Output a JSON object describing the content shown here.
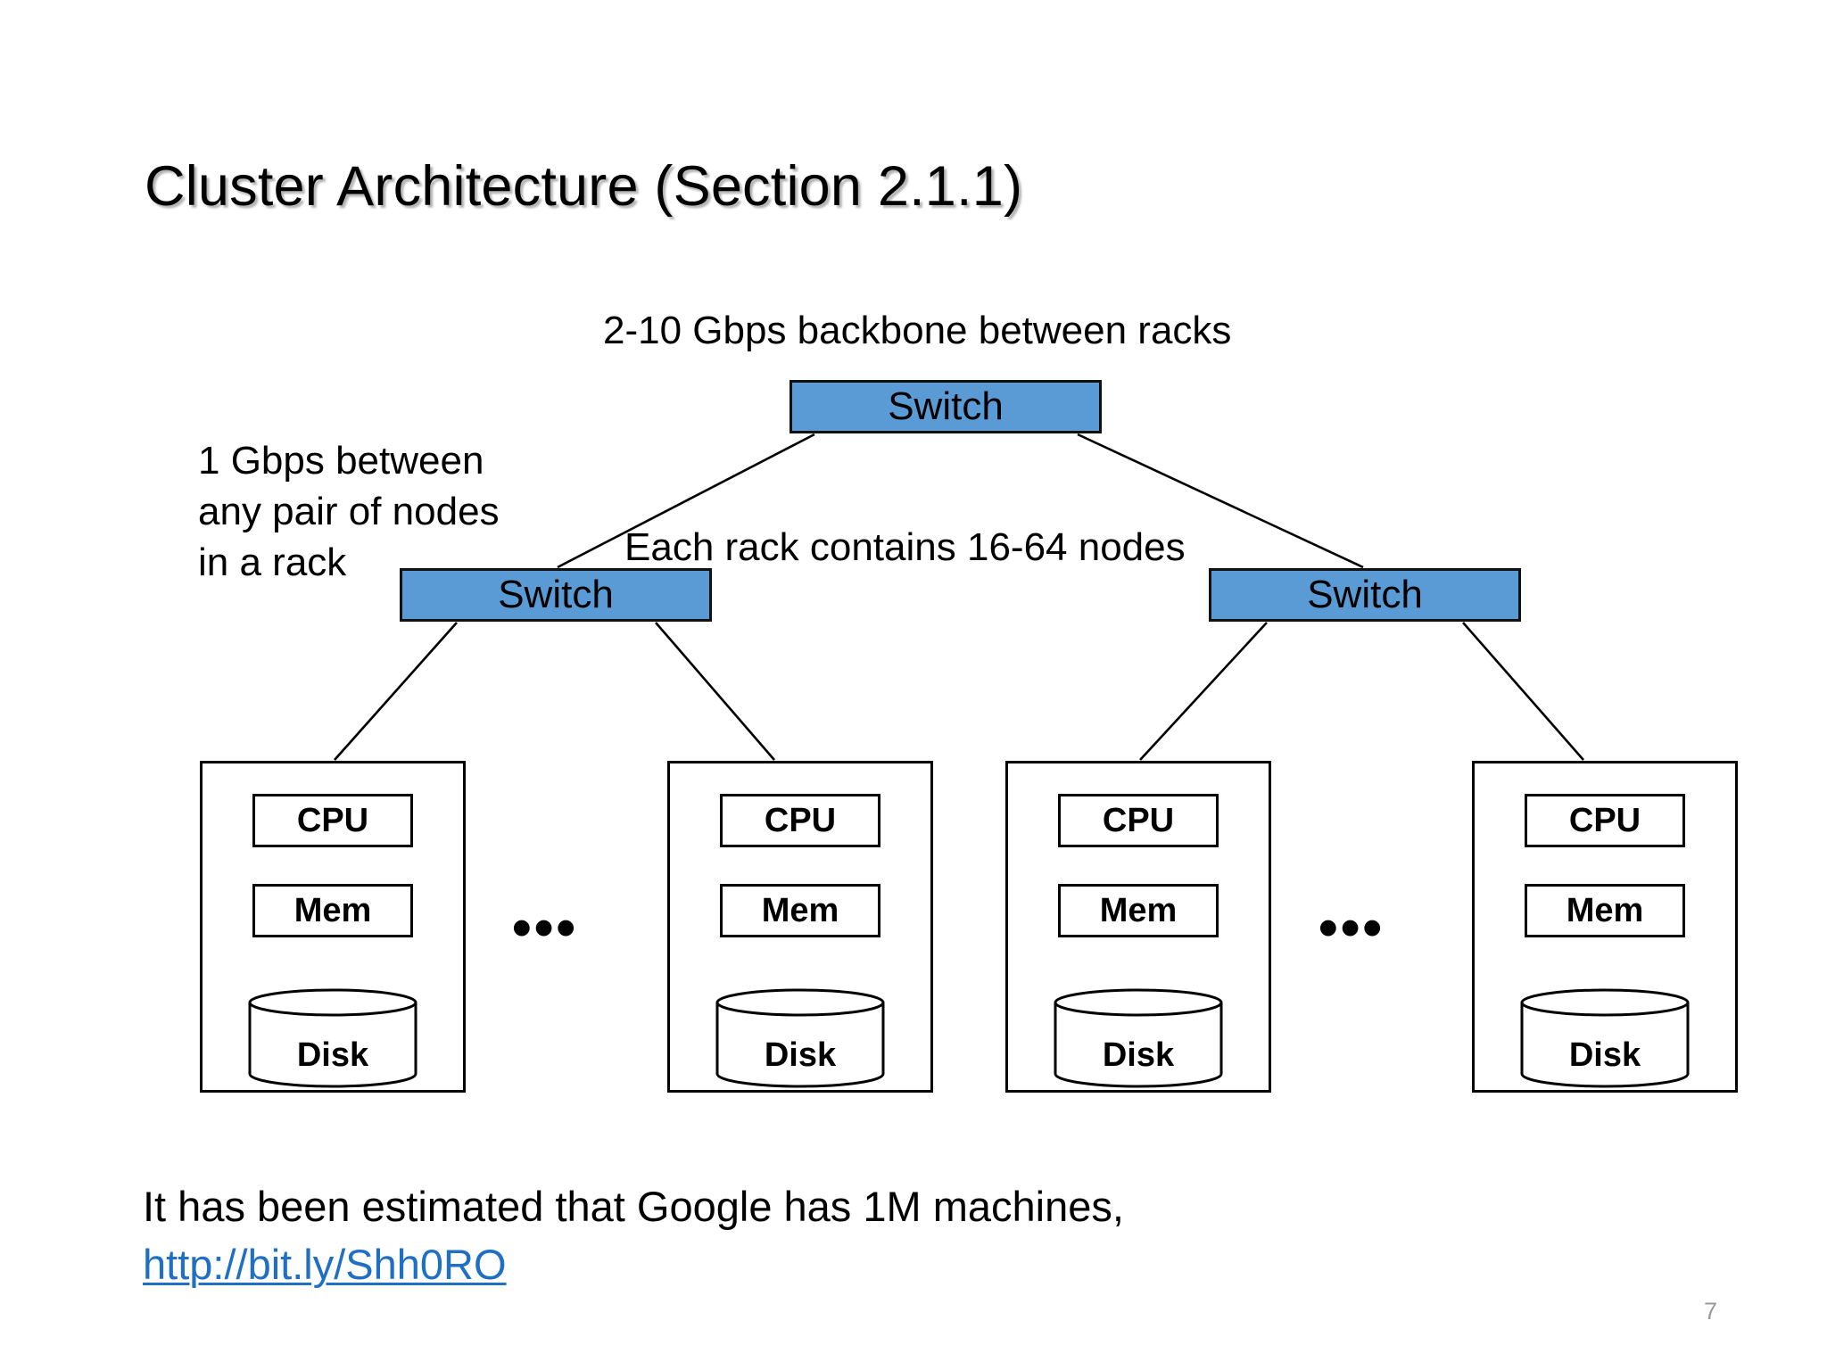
{
  "slide": {
    "title": "Cluster Architecture (Section 2.1.1)",
    "page_number": "7",
    "background_color": "#FFFFFF"
  },
  "annotations": {
    "backbone": "2-10 Gbps backbone between racks",
    "intra_rack": "1 Gbps between\nany pair of nodes\nin a rack",
    "rack_size": "Each rack contains 16-64 nodes"
  },
  "switches": [
    {
      "id": "switch-top",
      "label": "Switch",
      "color": "#5B9BD5"
    },
    {
      "id": "switch-left",
      "label": "Switch",
      "color": "#5B9BD5"
    },
    {
      "id": "switch-right",
      "label": "Switch",
      "color": "#5B9BD5"
    }
  ],
  "racks": [
    {
      "id": "rack-1",
      "cpu": "CPU",
      "mem": "Mem",
      "disk": "Disk"
    },
    {
      "id": "rack-2",
      "cpu": "CPU",
      "mem": "Mem",
      "disk": "Disk"
    },
    {
      "id": "rack-3",
      "cpu": "CPU",
      "mem": "Mem",
      "disk": "Disk"
    },
    {
      "id": "rack-4",
      "cpu": "CPU",
      "mem": "Mem",
      "disk": "Disk"
    }
  ],
  "ellipses": {
    "left": "•••",
    "right": "•••"
  },
  "footer": {
    "note": "It has been estimated that Google has 1M machines,",
    "link_text": "http://bit.ly/Shh0RO",
    "link_color": "#1F6FC4"
  }
}
